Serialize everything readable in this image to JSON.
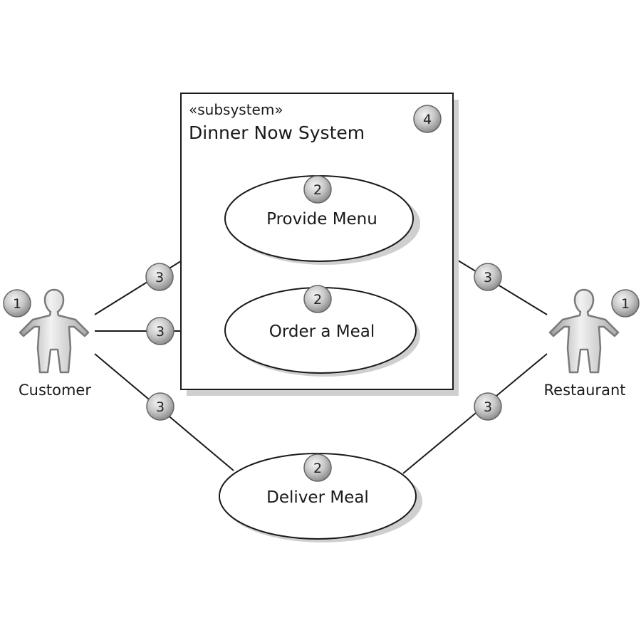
{
  "subsystem": {
    "stereotype": "«subsystem»",
    "name": "Dinner Now System",
    "badge": "4"
  },
  "actors": [
    {
      "id": "customer",
      "label": "Customer",
      "badge": "1"
    },
    {
      "id": "restaurant",
      "label": "Restaurant",
      "badge": "1"
    }
  ],
  "use_cases": [
    {
      "id": "provide-menu",
      "label": "Provide Menu",
      "badge": "2"
    },
    {
      "id": "order-meal",
      "label": "Order a Meal",
      "badge": "2"
    },
    {
      "id": "deliver-meal",
      "label": "Deliver Meal",
      "badge": "2"
    }
  ],
  "associations": [
    {
      "from": "customer",
      "to": "provide-menu",
      "badge": "3"
    },
    {
      "from": "customer",
      "to": "order-meal",
      "badge": "3"
    },
    {
      "from": "customer",
      "to": "deliver-meal",
      "badge": "3"
    },
    {
      "from": "restaurant",
      "to": "provide-menu",
      "badge": "3"
    },
    {
      "from": "restaurant",
      "to": "deliver-meal",
      "badge": "3"
    }
  ]
}
